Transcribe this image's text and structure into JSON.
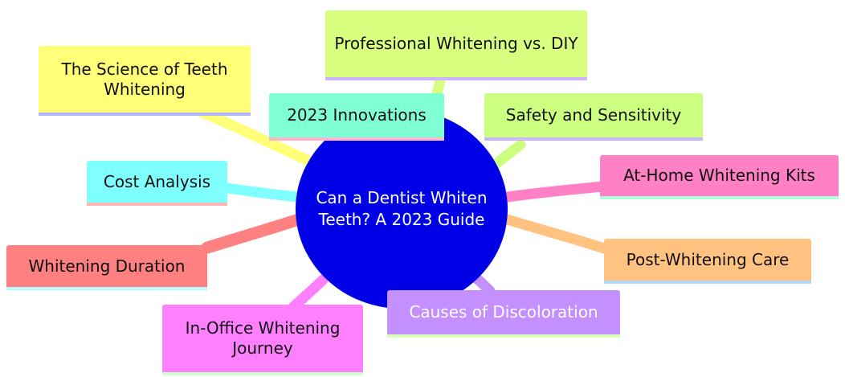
{
  "center": {
    "label": "Can a Dentist Whiten Teeth? A 2023 Guide",
    "color": "#0000e6"
  },
  "branches": [
    {
      "id": "science",
      "label": "The Science of Teeth Whitening",
      "fill": "#ffff78",
      "edge": "#ffff78",
      "underline": "#b3b3ff"
    },
    {
      "id": "innovations",
      "label": "2023 Innovations",
      "fill": "#80ffd4",
      "edge": "#80ffd4",
      "underline": "#ffb3cc"
    },
    {
      "id": "professional",
      "label": "Professional Whitening vs. DIY",
      "fill": "#d9ff80",
      "edge": "#d9ff80",
      "underline": "#ccb3ff"
    },
    {
      "id": "safety",
      "label": "Safety and Sensitivity",
      "fill": "#ccff80",
      "edge": "#ccff80",
      "underline": "#ccb3ff"
    },
    {
      "id": "cost",
      "label": "Cost Analysis",
      "fill": "#80ffff",
      "edge": "#80ffff",
      "underline": "#ffb3b3"
    },
    {
      "id": "athome",
      "label": "At-Home Whitening Kits",
      "fill": "#ff80c4",
      "edge": "#ff80c4",
      "underline": "#b3ffd9"
    },
    {
      "id": "duration",
      "label": "Whitening Duration",
      "fill": "#ff8080",
      "edge": "#ff8080",
      "underline": "#b3ffff"
    },
    {
      "id": "post",
      "label": "Post-Whitening Care",
      "fill": "#ffc280",
      "edge": "#ffc280",
      "underline": "#b3d9ff"
    },
    {
      "id": "inoffice",
      "label": "In-Office Whitening Journey",
      "fill": "#ff80ff",
      "edge": "#ff80ff",
      "underline": "#ccffcc"
    },
    {
      "id": "causes",
      "label": "Causes of Discoloration",
      "fill": "#c490ff",
      "edge": "#c490ff",
      "underline": "#d9ffb3"
    }
  ]
}
